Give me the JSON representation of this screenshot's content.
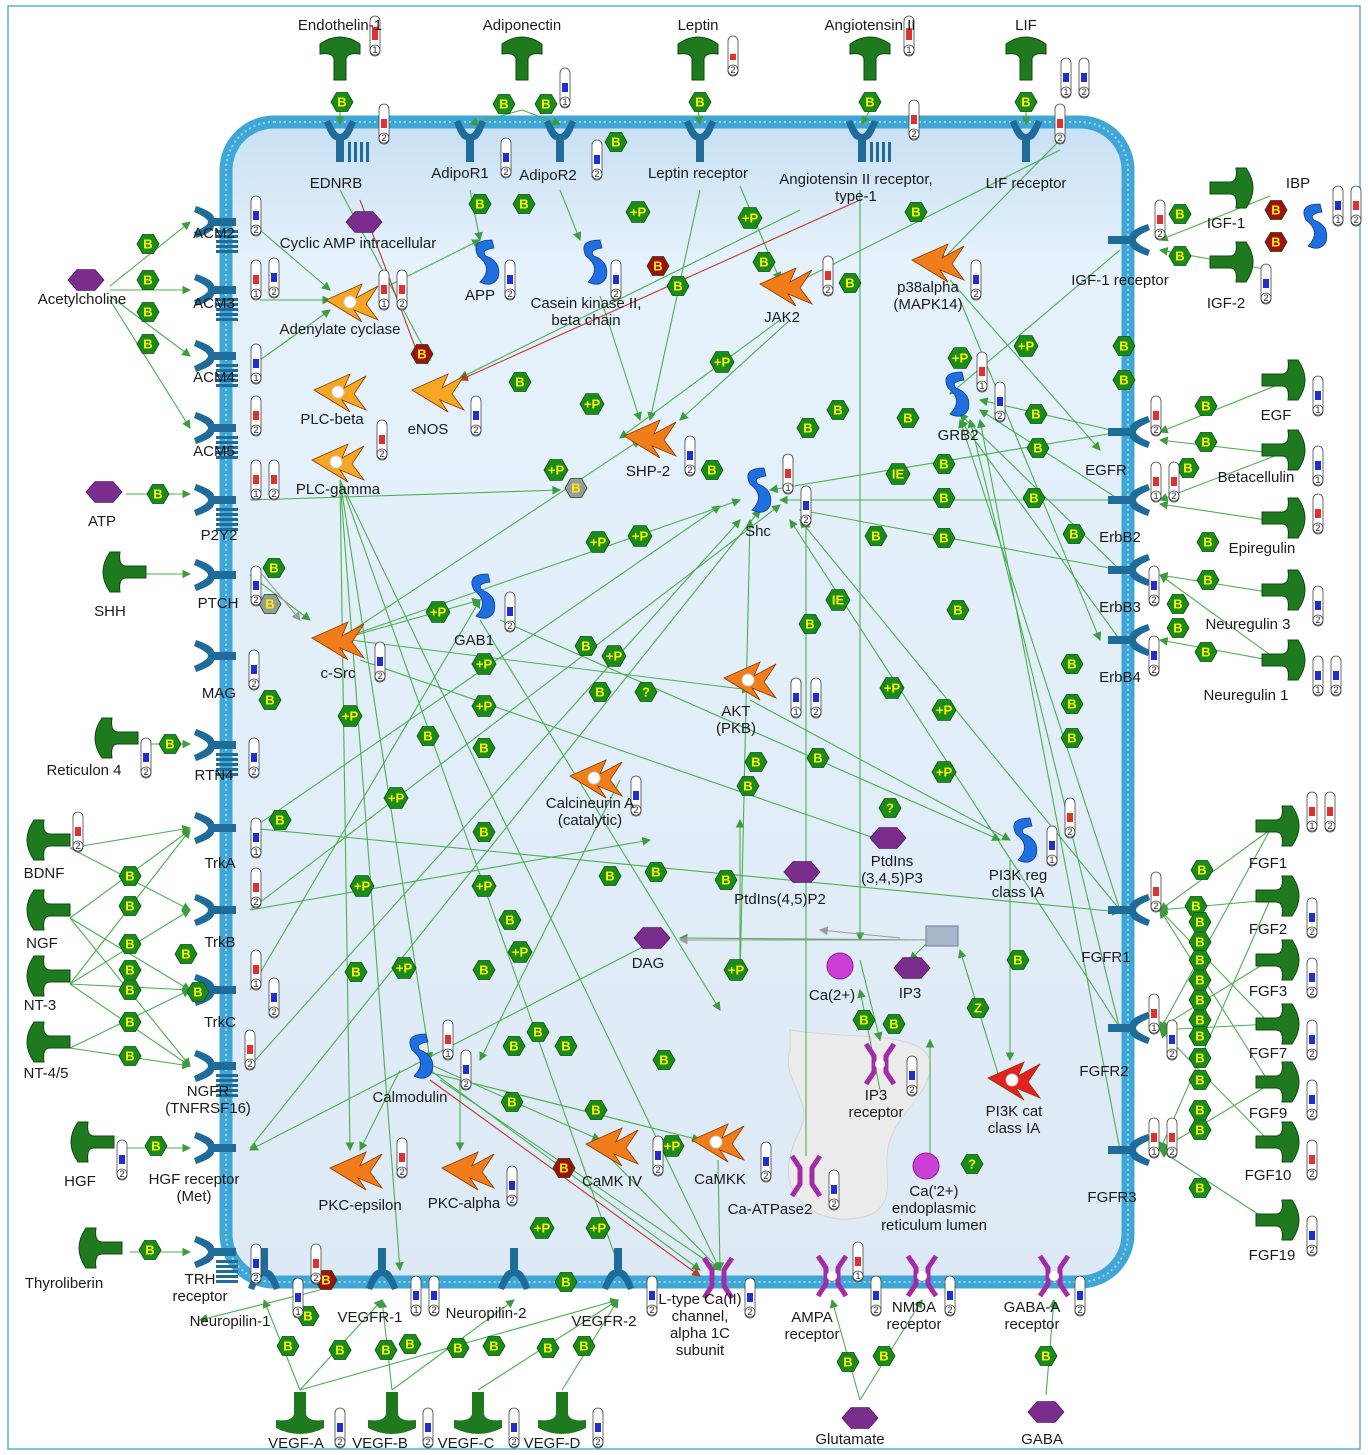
{
  "ligands_top": [
    {
      "name": "Endothelin-1"
    },
    {
      "name": "Adiponectin"
    },
    {
      "name": "Leptin"
    },
    {
      "name": "Angiotensin II"
    },
    {
      "name": "LIF"
    }
  ],
  "receptors_top": [
    {
      "name": "EDNRB"
    },
    {
      "name": "AdipoR1"
    },
    {
      "name": "AdipoR2"
    },
    {
      "name": "Leptin receptor"
    },
    {
      "name": "Angiotensin II receptor, type-1"
    },
    {
      "name": "LIF receptor"
    }
  ],
  "left_ligands": [
    {
      "name": "Acetylcholine"
    },
    {
      "name": "ATP"
    },
    {
      "name": "SHH"
    },
    {
      "name": "Reticulon 4"
    },
    {
      "name": "BDNF"
    },
    {
      "name": "NGF"
    },
    {
      "name": "NT-3"
    },
    {
      "name": "NT-4/5"
    },
    {
      "name": "HGF"
    },
    {
      "name": "Thyroliberin"
    }
  ],
  "left_receptors": [
    {
      "name": "ACM2"
    },
    {
      "name": "ACM3"
    },
    {
      "name": "ACM4"
    },
    {
      "name": "ACM5"
    },
    {
      "name": "P2Y2"
    },
    {
      "name": "PTCH"
    },
    {
      "name": "MAG"
    },
    {
      "name": "RTN4"
    },
    {
      "name": "TrkA"
    },
    {
      "name": "TrkB"
    },
    {
      "name": "TrkC"
    },
    {
      "name": "NGFR (TNFRSF16)"
    },
    {
      "name": "HGF receptor (Met)"
    },
    {
      "name": "TRH receptor"
    }
  ],
  "right_ligands": [
    {
      "name": "IBP"
    },
    {
      "name": "IGF-1"
    },
    {
      "name": "IGF-2"
    },
    {
      "name": "EGF"
    },
    {
      "name": "Betacellulin"
    },
    {
      "name": "Epiregulin"
    },
    {
      "name": "Neuregulin 3"
    },
    {
      "name": "Neuregulin 1"
    },
    {
      "name": "FGF1"
    },
    {
      "name": "FGF2"
    },
    {
      "name": "FGF3"
    },
    {
      "name": "FGF7"
    },
    {
      "name": "FGF9"
    },
    {
      "name": "FGF10"
    },
    {
      "name": "FGF19"
    }
  ],
  "right_receptors": [
    {
      "name": "IGF-1 receptor"
    },
    {
      "name": "EGFR"
    },
    {
      "name": "ErbB2"
    },
    {
      "name": "ErbB3"
    },
    {
      "name": "ErbB4"
    },
    {
      "name": "FGFR1"
    },
    {
      "name": "FGFR2"
    },
    {
      "name": "FGFR3"
    }
  ],
  "bottom_receptors": [
    {
      "name": "Neuropilin-1"
    },
    {
      "name": "VEGFR-1"
    },
    {
      "name": "Neuropilin-2"
    },
    {
      "name": "VEGFR-2"
    },
    {
      "name": "L-type Ca(II) channel, alpha 1C subunit"
    },
    {
      "name": "AMPA receptor"
    },
    {
      "name": "NMDA receptor"
    },
    {
      "name": "GABA-A receptor"
    }
  ],
  "bottom_ligands": [
    {
      "name": "VEGF-A"
    },
    {
      "name": "VEGF-B"
    },
    {
      "name": "VEGF-C"
    },
    {
      "name": "VEGF-D"
    },
    {
      "name": "Glutamate"
    },
    {
      "name": "GABA"
    }
  ],
  "intracellular": [
    {
      "name": "Cyclic AMP intracellular"
    },
    {
      "name": "Adenylate cyclase"
    },
    {
      "name": "APP"
    },
    {
      "name": "Casein kinase II, beta chain"
    },
    {
      "name": "JAK2"
    },
    {
      "name": "p38alpha (MAPK14)"
    },
    {
      "name": "PLC-beta"
    },
    {
      "name": "eNOS"
    },
    {
      "name": "PLC-gamma"
    },
    {
      "name": "GRB2"
    },
    {
      "name": "SHP-2"
    },
    {
      "name": "Shc"
    },
    {
      "name": "c-Src"
    },
    {
      "name": "GAB1"
    },
    {
      "name": "AKT (PKB)"
    },
    {
      "name": "Calcineurin A (catalytic)"
    },
    {
      "name": "PtdIns (3,4,5)P3"
    },
    {
      "name": "PI3K reg class IA"
    },
    {
      "name": "PtdIns(4,5)P2"
    },
    {
      "name": "DAG"
    },
    {
      "name": "Ca(2+)"
    },
    {
      "name": "IP3"
    },
    {
      "name": "Calmodulin"
    },
    {
      "name": "IP3 receptor"
    },
    {
      "name": "PI3K cat class IA"
    },
    {
      "name": "PKC-epsilon"
    },
    {
      "name": "PKC-alpha"
    },
    {
      "name": "CaMK IV"
    },
    {
      "name": "CaMKK"
    },
    {
      "name": "Ca-ATPase2"
    },
    {
      "name": "Ca('2+) endoplasmic reticulum lumen"
    }
  ],
  "edge_labels": {
    "binding": "B",
    "phosphorylation": "+P",
    "inhibition": "IE",
    "unknown": "?",
    "transformation": "Z"
  },
  "therm_labels": {
    "one": "1",
    "two": "2"
  },
  "colors": {
    "cell_fill": "#dcebf7",
    "membrane": "#3ea7d6",
    "ligand": "#1f7a1f",
    "receptor": "#1f6b9a",
    "edge": "#4caf50",
    "inhibit_edge": "#c0392b",
    "hex_green": "#1a8c1a",
    "hex_red": "#a30f0f",
    "hex_gray": "#9a9a9a",
    "purple": "#7b2d8e",
    "orange": "#f07c1a",
    "blue_protein": "#1f6fe0"
  }
}
